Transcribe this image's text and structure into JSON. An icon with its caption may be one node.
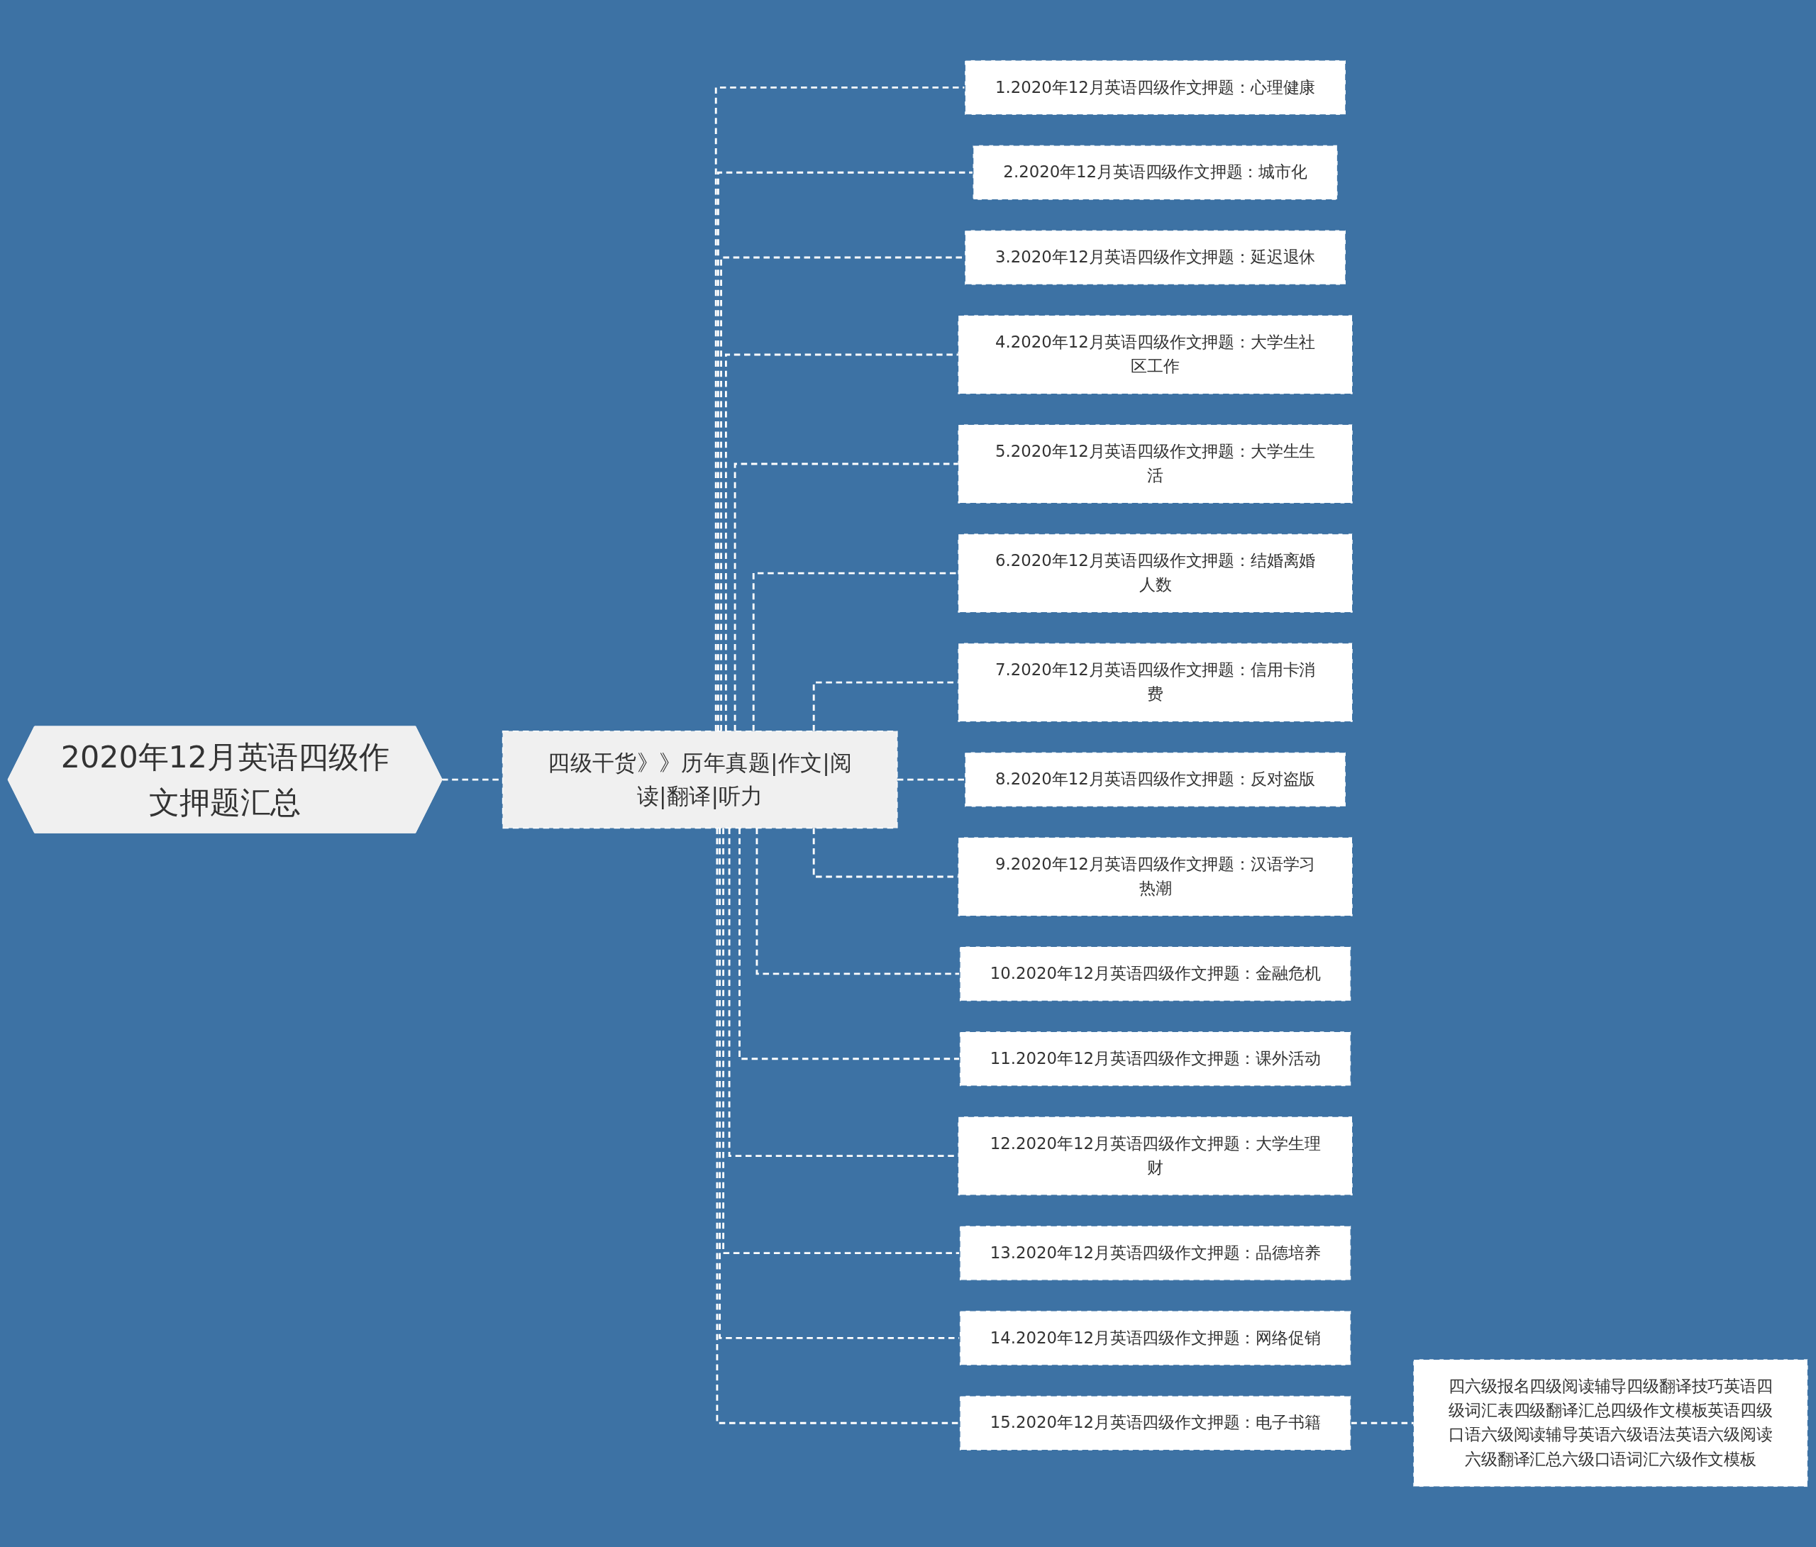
{
  "diagram": {
    "nodes": [
      {
        "text": [
          "2020年12月英语四级作文押题汇总"
        ]
      },
      {
        "text": [
          "四级干货》》历年真题|作文|阅读|翻译|听力"
        ]
      },
      {
        "text": [
          "1.2020年12月英语四级作文押题：心理健康"
        ]
      },
      {
        "text": [
          "2.2020年12月英语四级作文押题：城市化"
        ]
      },
      {
        "text": [
          "3.2020年12月英语四级作文押题：延迟退休"
        ]
      },
      {
        "text": [
          "4.2020年12月英语四级作文押题：大学生社区工作"
        ]
      },
      {
        "text": [
          "5.2020年12月英语四级作文押题：大学生生活"
        ]
      },
      {
        "text": [
          "6.2020年12月英语四级作文押题：结婚离婚人数"
        ]
      },
      {
        "text": [
          "7.2020年12月英语四级作文押题：信用卡消费"
        ]
      },
      {
        "text": [
          "8.2020年12月英语四级作文押题：反对盗版"
        ]
      },
      {
        "text": [
          "9.2020年12月英语四级作文押题：汉语学习热潮"
        ]
      },
      {
        "text": [
          "10.2020年12月英语四级作文押题：金融危机"
        ]
      },
      {
        "text": [
          "11.2020年12月英语四级作文押题：课外活动"
        ]
      },
      {
        "text": [
          "12.2020年12月英语四级作文押题：大学生理财"
        ]
      },
      {
        "text": [
          "13.2020年12月英语四级作文押题：品德培养"
        ]
      },
      {
        "text": [
          "14.2020年12月英语四级作文押题：网络促销"
        ]
      },
      {
        "text": [
          "15.2020年12月英语四级作文押题：电子书籍"
        ]
      },
      {
        "text": [
          "四六级报名四级阅读辅导四级翻译技巧英语四级词汇表四级翻译汇总四级作文模板英语四级口语六级阅读辅导英语六级语法英语六级阅读六级翻译汇总六级口语词汇六级作文模板"
        ]
      }
    ],
    "edges": [
      {
        "from": 0,
        "to": 1,
        "arrow": "none",
        "style": "dashed"
      },
      {
        "from": 1,
        "to": 2,
        "arrow": "none",
        "style": "dashed"
      },
      {
        "from": 1,
        "to": 3,
        "arrow": "none",
        "style": "dashed"
      },
      {
        "from": 1,
        "to": 4,
        "arrow": "none",
        "style": "dashed"
      },
      {
        "from": 1,
        "to": 5,
        "arrow": "none",
        "style": "dashed"
      },
      {
        "from": 1,
        "to": 6,
        "arrow": "none",
        "style": "dashed"
      },
      {
        "from": 1,
        "to": 7,
        "arrow": "none",
        "style": "dashed"
      },
      {
        "from": 1,
        "to": 8,
        "arrow": "none",
        "style": "dashed"
      },
      {
        "from": 1,
        "to": 9,
        "arrow": "none",
        "style": "dashed"
      },
      {
        "from": 1,
        "to": 10,
        "arrow": "none",
        "style": "dashed"
      },
      {
        "from": 1,
        "to": 11,
        "arrow": "none",
        "style": "dashed"
      },
      {
        "from": 1,
        "to": 12,
        "arrow": "none",
        "style": "dashed"
      },
      {
        "from": 1,
        "to": 13,
        "arrow": "none",
        "style": "dashed"
      },
      {
        "from": 1,
        "to": 14,
        "arrow": "none",
        "style": "dashed"
      },
      {
        "from": 1,
        "to": 15,
        "arrow": "none",
        "style": "dashed"
      },
      {
        "from": 1,
        "to": 16,
        "arrow": "none",
        "style": "dashed"
      },
      {
        "from": 16,
        "to": 17,
        "arrow": "none",
        "style": "dashed"
      }
    ]
  }
}
